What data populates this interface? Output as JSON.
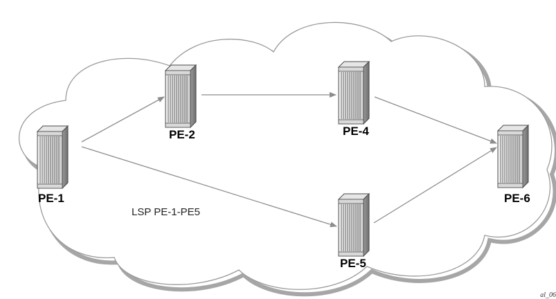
{
  "nodes": [
    {
      "id": "pe1",
      "label": "PE-1"
    },
    {
      "id": "pe2",
      "label": "PE-2"
    },
    {
      "id": "pe4",
      "label": "PE-4"
    },
    {
      "id": "pe5",
      "label": "PE-5"
    },
    {
      "id": "pe6",
      "label": "PE-6"
    }
  ],
  "links": [
    {
      "from": "pe1",
      "to": "pe2"
    },
    {
      "from": "pe2",
      "to": "pe4"
    },
    {
      "from": "pe4",
      "to": "pe6"
    },
    {
      "from": "pe1",
      "to": "pe5"
    },
    {
      "from": "pe5",
      "to": "pe6"
    }
  ],
  "link_label": "LSP PE-1-PE5",
  "figure_id": "al_06",
  "colors": {
    "cloud_stroke": "#9a9a9a",
    "cloud_shadow": "#a6a6a6",
    "arrow": "#8c8c8c"
  }
}
